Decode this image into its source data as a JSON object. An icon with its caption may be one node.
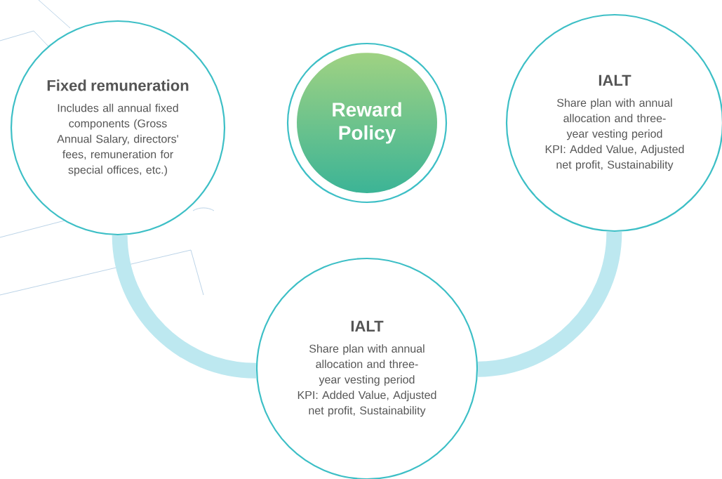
{
  "diagram": {
    "nodes": [
      {
        "text": [
          "Fixed remuneration",
          "Includes all annual fixed components (Gross Annual Salary, directors' fees, remuneration for special offices, etc.)"
        ]
      },
      {
        "text": [
          "Reward Policy"
        ]
      },
      {
        "text": [
          "IALT",
          "Share plan with annual allocation and three-year vesting period",
          "KPI: Added Value, Adjusted net profit, Sustainability"
        ]
      },
      {
        "text": [
          "IALT",
          "Share plan with annual allocation and three-year vesting period",
          "KPI: Added Value, Adjusted net profit, Sustainability"
        ]
      }
    ],
    "edges": [
      {
        "from": 0,
        "to": 3,
        "arrow": "none",
        "color": "#bde8f0"
      },
      {
        "from": 3,
        "to": 2,
        "arrow": "none",
        "color": "#bde8f0"
      }
    ]
  }
}
